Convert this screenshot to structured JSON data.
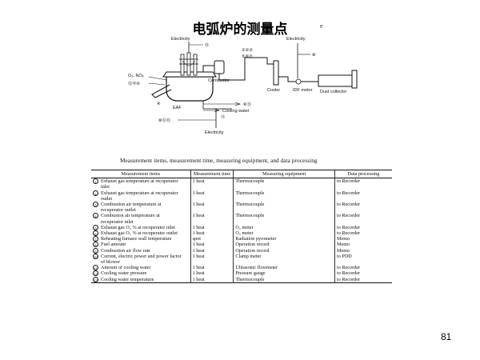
{
  "slide": {
    "title": "电弧炉的测量点",
    "corner_mark": "e",
    "page_number": "81"
  },
  "diagram": {
    "labels": {
      "electricity_top": "Electricity",
      "o2_nox": "O₂, NOₓ",
      "eaf": "EAF",
      "combustor": "Combustor",
      "cooler": "Cooler",
      "idf_motor": "IDF motor",
      "dust_collector": "Dust collector",
      "electricity_right": "Electricity",
      "cooling_water": "Cooling water",
      "electricity_bottom": "Electricity"
    },
    "markers": {
      "top": "⑬",
      "left_group": "⑫⑭⑨",
      "eaf_marker": "④",
      "right_group_a": "①②③",
      "right_group_b": "⑤⑥⑦",
      "electricity_right": "⑩",
      "cooling_group": "⑥⑬",
      "bottom_left_group": "⑩⑫⑬",
      "bottom_electricity": "⑪"
    }
  },
  "table": {
    "caption": "Measurement items, measurement time, measuring equipment, and data processing",
    "headers": [
      "Measurement items",
      "Measurement time",
      "Measuring equipment",
      "Data processing"
    ],
    "rows": [
      {
        "n": "1",
        "item": "Exhaust gas temperature at recuperator inlet",
        "time": "1 heat",
        "equipment": "Thermocouple",
        "processing": "to Recorder"
      },
      {
        "n": "2",
        "item": "Exhaust gas temperature at recuperator outlet",
        "time": "1 heat",
        "equipment": "Thermocouple",
        "processing": "to Recorder"
      },
      {
        "n": "3",
        "item": "Combustion air temperature at recuperator outlet",
        "time": "1 heat",
        "equipment": "Thermocouple",
        "processing": "to Recorder"
      },
      {
        "n": "4",
        "item": "Combuston air temperature at recuperator inlet",
        "time": "1 heat",
        "equipment": "Thermocouple",
        "processing": "to Recorder"
      },
      {
        "n": "5",
        "item": "Exhaust gas O₂ % at recuperator inlet",
        "time": "1 heat",
        "equipment": "O₂ meter",
        "processing": "to Recorder"
      },
      {
        "n": "6",
        "item": "Exhaust gas O₂ % at recuperator outlet",
        "time": "1 heat",
        "equipment": "O₂ meter",
        "processing": "to Recorder"
      },
      {
        "n": "7",
        "item": "Reheating furnace wall temperature",
        "time": "spot",
        "equipment": "Radiation pyrometer",
        "processing": "Memo"
      },
      {
        "n": "8",
        "item": "Fuel amount",
        "time": "1 heat",
        "equipment": "Operation record",
        "processing": "Memo"
      },
      {
        "n": "9",
        "item": "Combustion air flow rate",
        "time": "1 heat",
        "equipment": "Operation record",
        "processing": "Memo"
      },
      {
        "n": "10",
        "item": "Current, electric power and power factor of blower",
        "time": "1 heat",
        "equipment": "Clamp meter",
        "processing": "to PDD"
      },
      {
        "n": "11",
        "item": "Amount of cooling water",
        "time": "1 heat",
        "equipment": "Ultrasonic flowmeter",
        "processing": "to Recorder"
      },
      {
        "n": "12",
        "item": "Cooling water pressure",
        "time": "1 heat",
        "equipment": "Pressure gauge",
        "processing": "to Recorder"
      },
      {
        "n": "13",
        "item": "Cooling water temperature",
        "time": "1 heat",
        "equipment": "Thermocouple",
        "processing": "to Recorder"
      }
    ]
  }
}
